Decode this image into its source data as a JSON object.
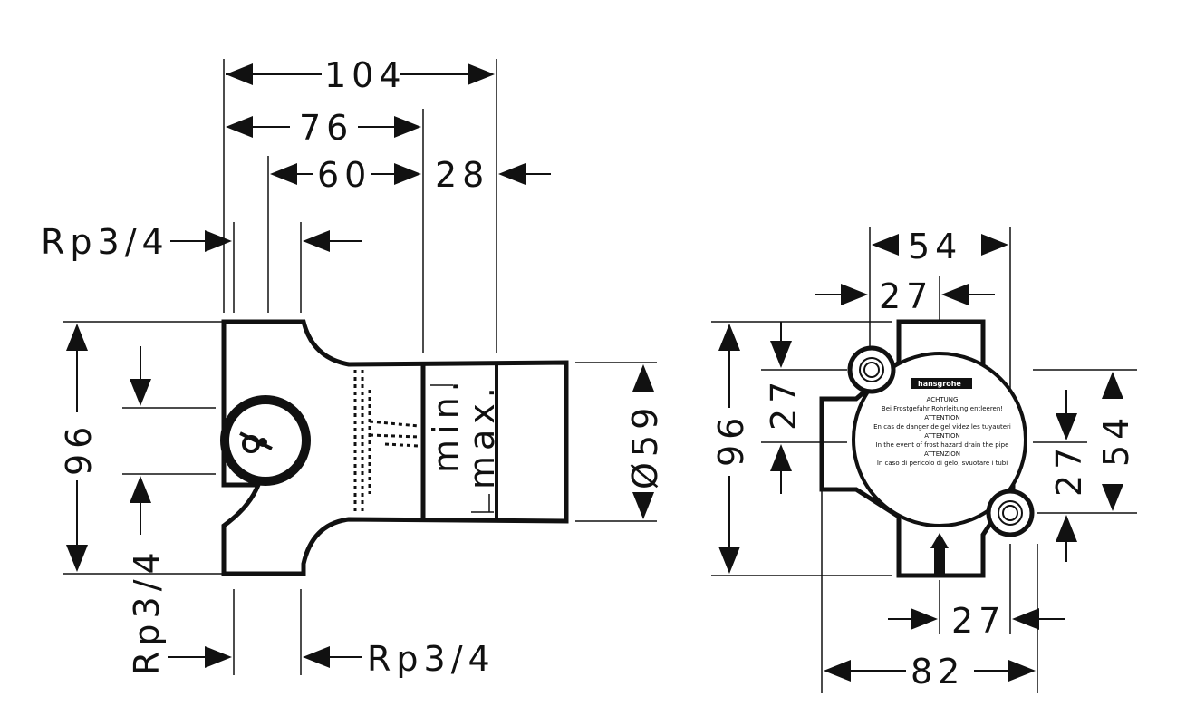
{
  "left_view": {
    "dim_104": "104",
    "dim_76": "76",
    "dim_60": "60",
    "dim_28": "28",
    "dim_96": "96",
    "dim_59": "Ø59",
    "thread_top": "Rp3/4",
    "thread_bottom_left": "Rp3/4",
    "thread_bottom_right": "Rp3/4",
    "min_label": "min.",
    "max_label": "max."
  },
  "right_view": {
    "dim_54_top": "54",
    "dim_27_top": "27",
    "dim_96": "96",
    "dim_27_left": "27",
    "dim_54_right": "54",
    "dim_27_right": "27",
    "dim_27_bottom": "27",
    "dim_82": "82",
    "brand": "hansgrohe",
    "warning_lines": [
      "ACHTUNG",
      "Bei Frostgefahr Rohrleitung entleeren!",
      "ATTENTION",
      "En cas de danger de gel videz les tuyauteri",
      "ATTENTION",
      "In the event of frost hazard drain the pipe",
      "ATTENZION",
      "In caso di pericolo di gelo, svuotare i tubi"
    ]
  }
}
